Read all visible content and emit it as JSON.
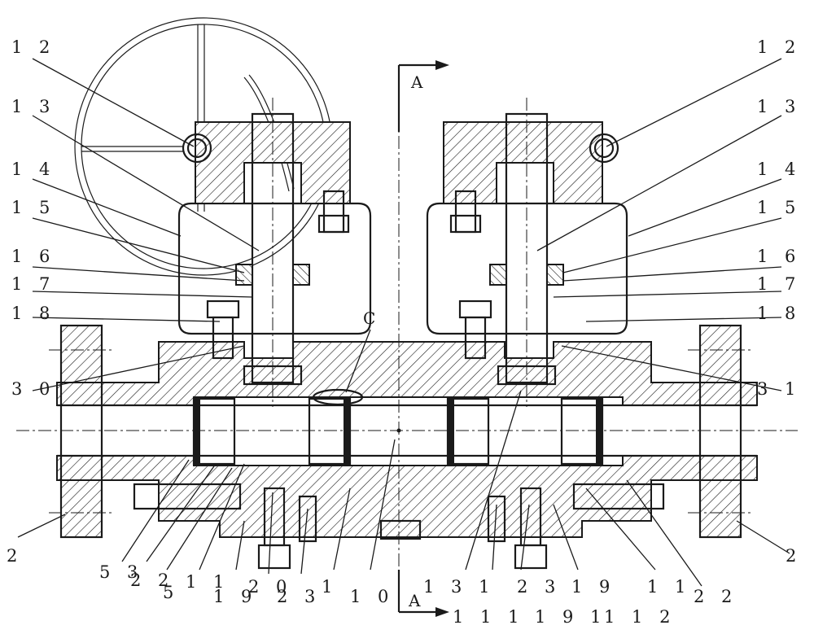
{
  "labels_left": [
    {
      "id": "l12",
      "text": "1 2"
    },
    {
      "id": "l13",
      "text": "1 3"
    },
    {
      "id": "l14",
      "text": "1 4"
    },
    {
      "id": "l15",
      "text": "1 5"
    },
    {
      "id": "l16",
      "text": "1 6"
    },
    {
      "id": "l17",
      "text": "1 7"
    },
    {
      "id": "l18",
      "text": "1 8"
    },
    {
      "id": "l30",
      "text": "3 0"
    },
    {
      "id": "l2",
      "text": "2"
    }
  ],
  "labels_right": [
    {
      "id": "r12",
      "text": "1 2"
    },
    {
      "id": "r13",
      "text": "1 3"
    },
    {
      "id": "r14",
      "text": "1 4"
    },
    {
      "id": "r15",
      "text": "1 5"
    },
    {
      "id": "r16",
      "text": "1 6"
    },
    {
      "id": "r17",
      "text": "1 7"
    },
    {
      "id": "r18",
      "text": "1 8"
    },
    {
      "id": "r31",
      "text": "3 1"
    },
    {
      "id": "r2",
      "text": "2"
    }
  ],
  "labels_bottom": [
    {
      "id": "b53",
      "text": "5 3"
    },
    {
      "id": "b22",
      "text": "2 2"
    },
    {
      "id": "b5",
      "text": "5"
    },
    {
      "id": "b11",
      "text": "1 1"
    },
    {
      "id": "b19",
      "text": "1 9"
    },
    {
      "id": "b20",
      "text": "2 0"
    },
    {
      "id": "b23",
      "text": "2 3"
    },
    {
      "id": "b1",
      "text": "1"
    },
    {
      "id": "b10",
      "text": "1 0"
    },
    {
      "id": "b131",
      "text": "1 3 1"
    },
    {
      "id": "b23r",
      "text": "2 3"
    },
    {
      "id": "b19r",
      "text": "1 9"
    },
    {
      "id": "b11r",
      "text": "1 1"
    },
    {
      "id": "b22r",
      "text": "2 2"
    },
    {
      "id": "b111",
      "text": "1 1 1"
    },
    {
      "id": "b191",
      "text": "1 9 1"
    },
    {
      "id": "b112",
      "text": "1 1 2"
    }
  ],
  "section_marks": {
    "top": "A",
    "bottom": "A",
    "detail": "C"
  }
}
